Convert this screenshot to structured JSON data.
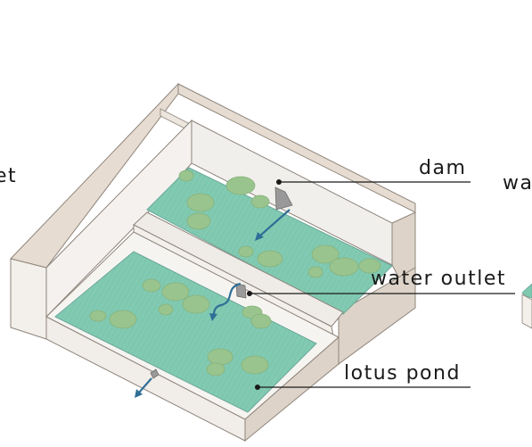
{
  "labels": {
    "dam": "dam",
    "water_outlet": "water outlet",
    "lotus_pond": "lotus pond",
    "left_edge_fragment": "et",
    "right_edge_fragment": "wa"
  },
  "colors": {
    "pond_water": "#7fc8b0",
    "lotus_leaf": "#9ac48e",
    "wall_light": "#f1efec",
    "wall_shade": "#ddd3c8",
    "flow_arrow": "#2f6f96",
    "gate": "#999999"
  }
}
